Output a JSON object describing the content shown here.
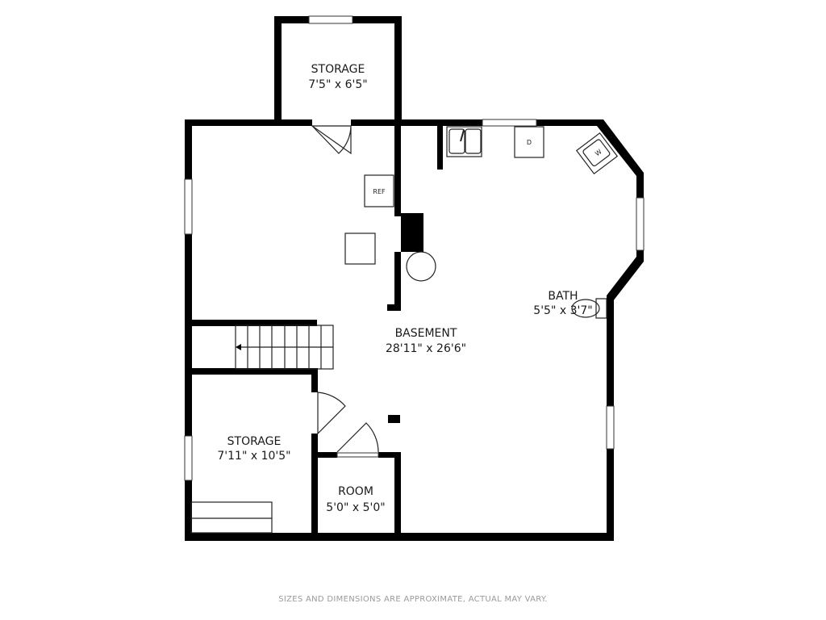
{
  "rooms": [
    {
      "name": "STORAGE",
      "dims": "7'5\" x 6'5\""
    },
    {
      "name": "BASEMENT",
      "dims": "28'11\" x 26'6\""
    },
    {
      "name": "BATH",
      "dims": "5'5\" x 3'7\""
    },
    {
      "name": "STORAGE",
      "dims": "7'11\" x 10'5\""
    },
    {
      "name": "ROOM",
      "dims": "5'0\" x 5'0\""
    }
  ],
  "fixtures": {
    "refrigerator": "REF",
    "dryer": "D",
    "washer": "W"
  },
  "disclaimer": "SIZES AND DIMENSIONS ARE APPROXIMATE, ACTUAL MAY VARY.",
  "colors": {
    "wall": "#000000",
    "background": "#ffffff",
    "disclaimer": "#9a9a9a"
  }
}
